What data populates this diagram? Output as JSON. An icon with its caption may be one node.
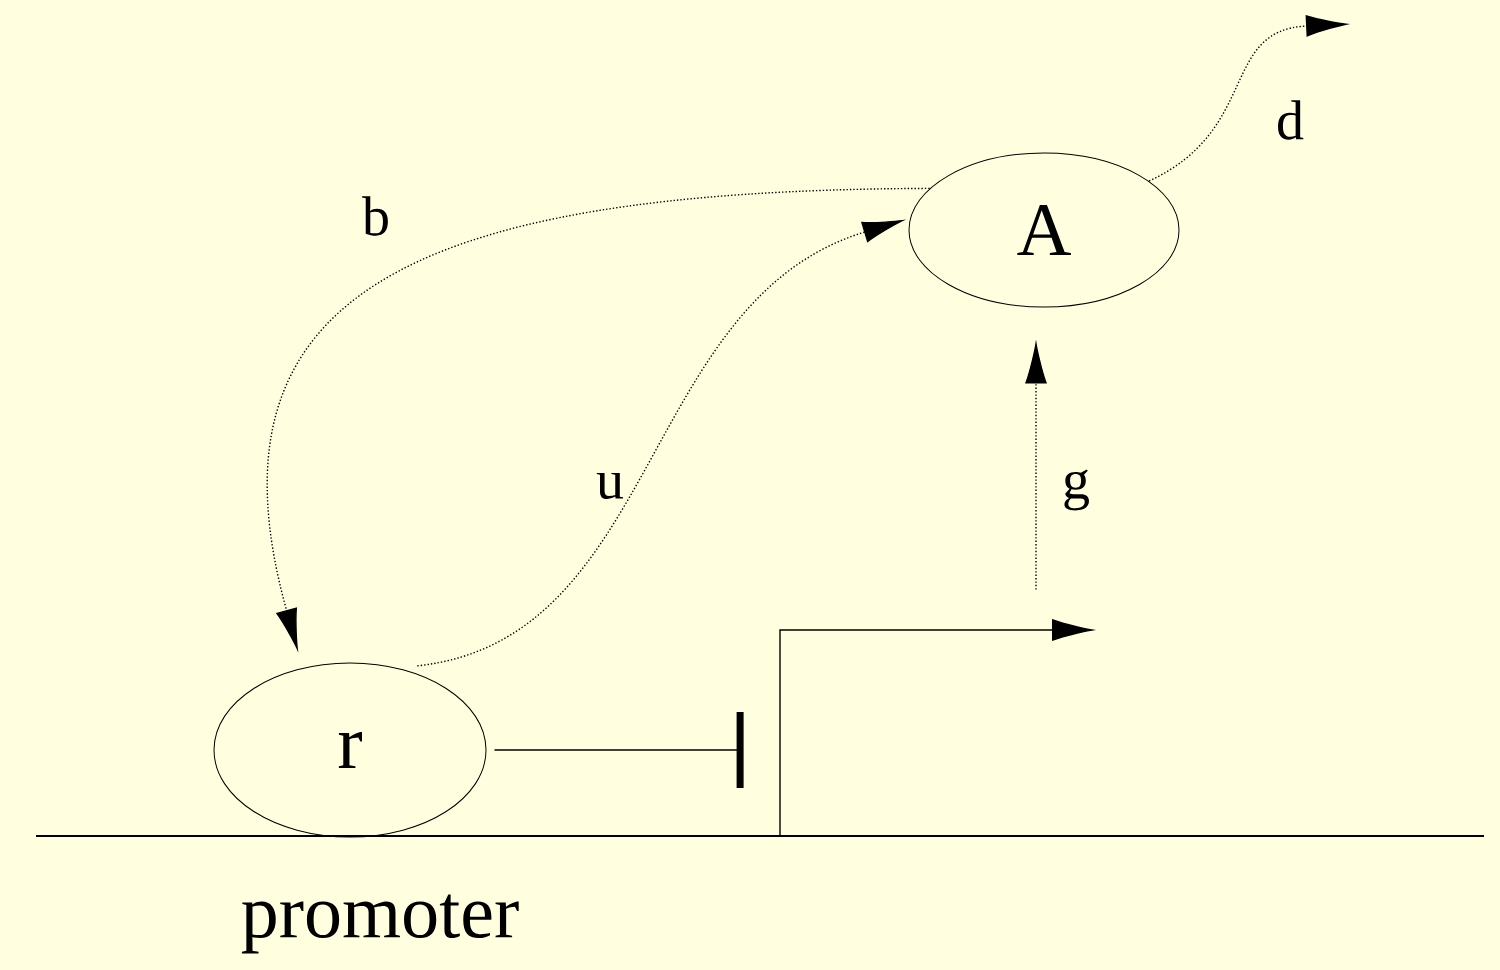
{
  "diagram": {
    "nodes": [
      {
        "text": [
          "A"
        ]
      },
      {
        "text": [
          "r"
        ]
      },
      {
        "text": [],
        "shape": "arrow"
      }
    ],
    "edges": [
      {
        "from": 0,
        "to": 1,
        "arrow": "to",
        "label": "b",
        "style": "dashed"
      },
      {
        "from": 1,
        "to": 0,
        "arrow": "to",
        "label": "u",
        "style": "dashed"
      },
      {
        "from": 0,
        "to": null,
        "arrow": "to",
        "label": "d",
        "style": "dashed"
      },
      {
        "from": 2,
        "to": 0,
        "arrow": "to",
        "label": "g",
        "style": "dashed"
      },
      {
        "from": 1,
        "to": 2,
        "arrow": "other"
      }
    ],
    "labels": [
      "promoter"
    ]
  }
}
